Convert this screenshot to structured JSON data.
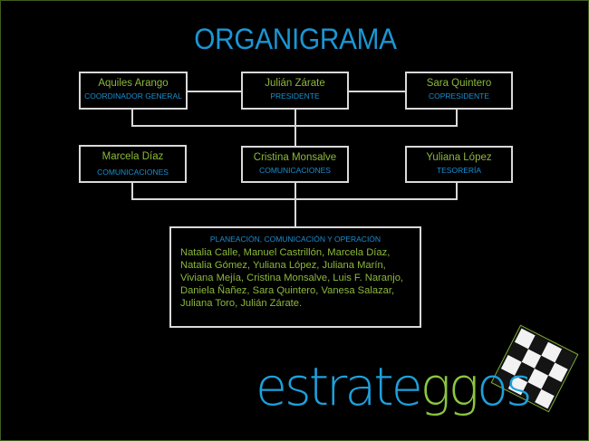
{
  "title": "ORGANIGRAMA",
  "row1": [
    {
      "name": "Aquiles Arango",
      "role": "COORDINADOR GENERAL"
    },
    {
      "name": "Julián Zárate",
      "role": "PRESIDENTE"
    },
    {
      "name": "Sara Quintero",
      "role": "COPRESIDENTE"
    }
  ],
  "row2": [
    {
      "name": "Marcela Díaz",
      "role": "COMUNICACIONES"
    },
    {
      "name": "Cristina Monsalve",
      "role": "COMUNICACIONES"
    },
    {
      "name": "Yuliana López",
      "role": "TESORERÍA"
    }
  ],
  "team": {
    "heading": "PLANEACIÓN, COMUNICACIÓN Y OPERACIÓN",
    "lines": [
      "Natalia Calle, Manuel Castrillón, Marcela Díaz,",
      "Natalia Gómez,  Yuliana López, Juliana Marín,",
      "Viviana Mejía, Cristina Monsalve, Luis F. Naranjo,",
      "Daniela Ñañez, Sara Quintero,  Vanesa Salazar,",
      "Juliana Toro,  Julián Zárate."
    ]
  },
  "logo": {
    "part1": "estrate",
    "part2": "gg",
    "part3": "os",
    "checker_pattern": [
      "wbwb",
      "bwbw",
      "wbwb",
      "bwbw"
    ],
    "colors": {
      "blue": "#1ea0dc",
      "green": "#8cc63f"
    }
  },
  "colors": {
    "title": "#1a96d4",
    "name": "#8cb83a",
    "role": "#1a8fd0",
    "lines": "#d9d9d9",
    "frame": "#3f5c1f"
  }
}
